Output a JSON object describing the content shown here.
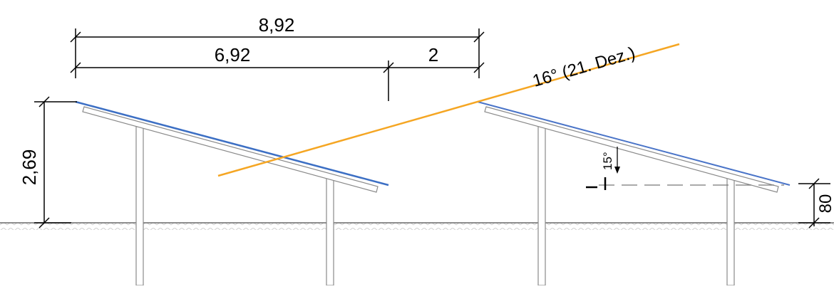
{
  "dimensions": {
    "total_width": "8,92",
    "row_spacing": "6,92",
    "gap": "2",
    "panel_height": "2,69",
    "lower_edge_height": "80"
  },
  "angles": {
    "sun_angle": "16° (21. Dez.)",
    "tilt_angle": "15°"
  },
  "colors": {
    "sun_line": "#f5a623",
    "panel_surface": "#3c6fc4",
    "structure": "#8a8a8a",
    "ground": "#6b6b6b",
    "dimension_lines": "#000000"
  }
}
